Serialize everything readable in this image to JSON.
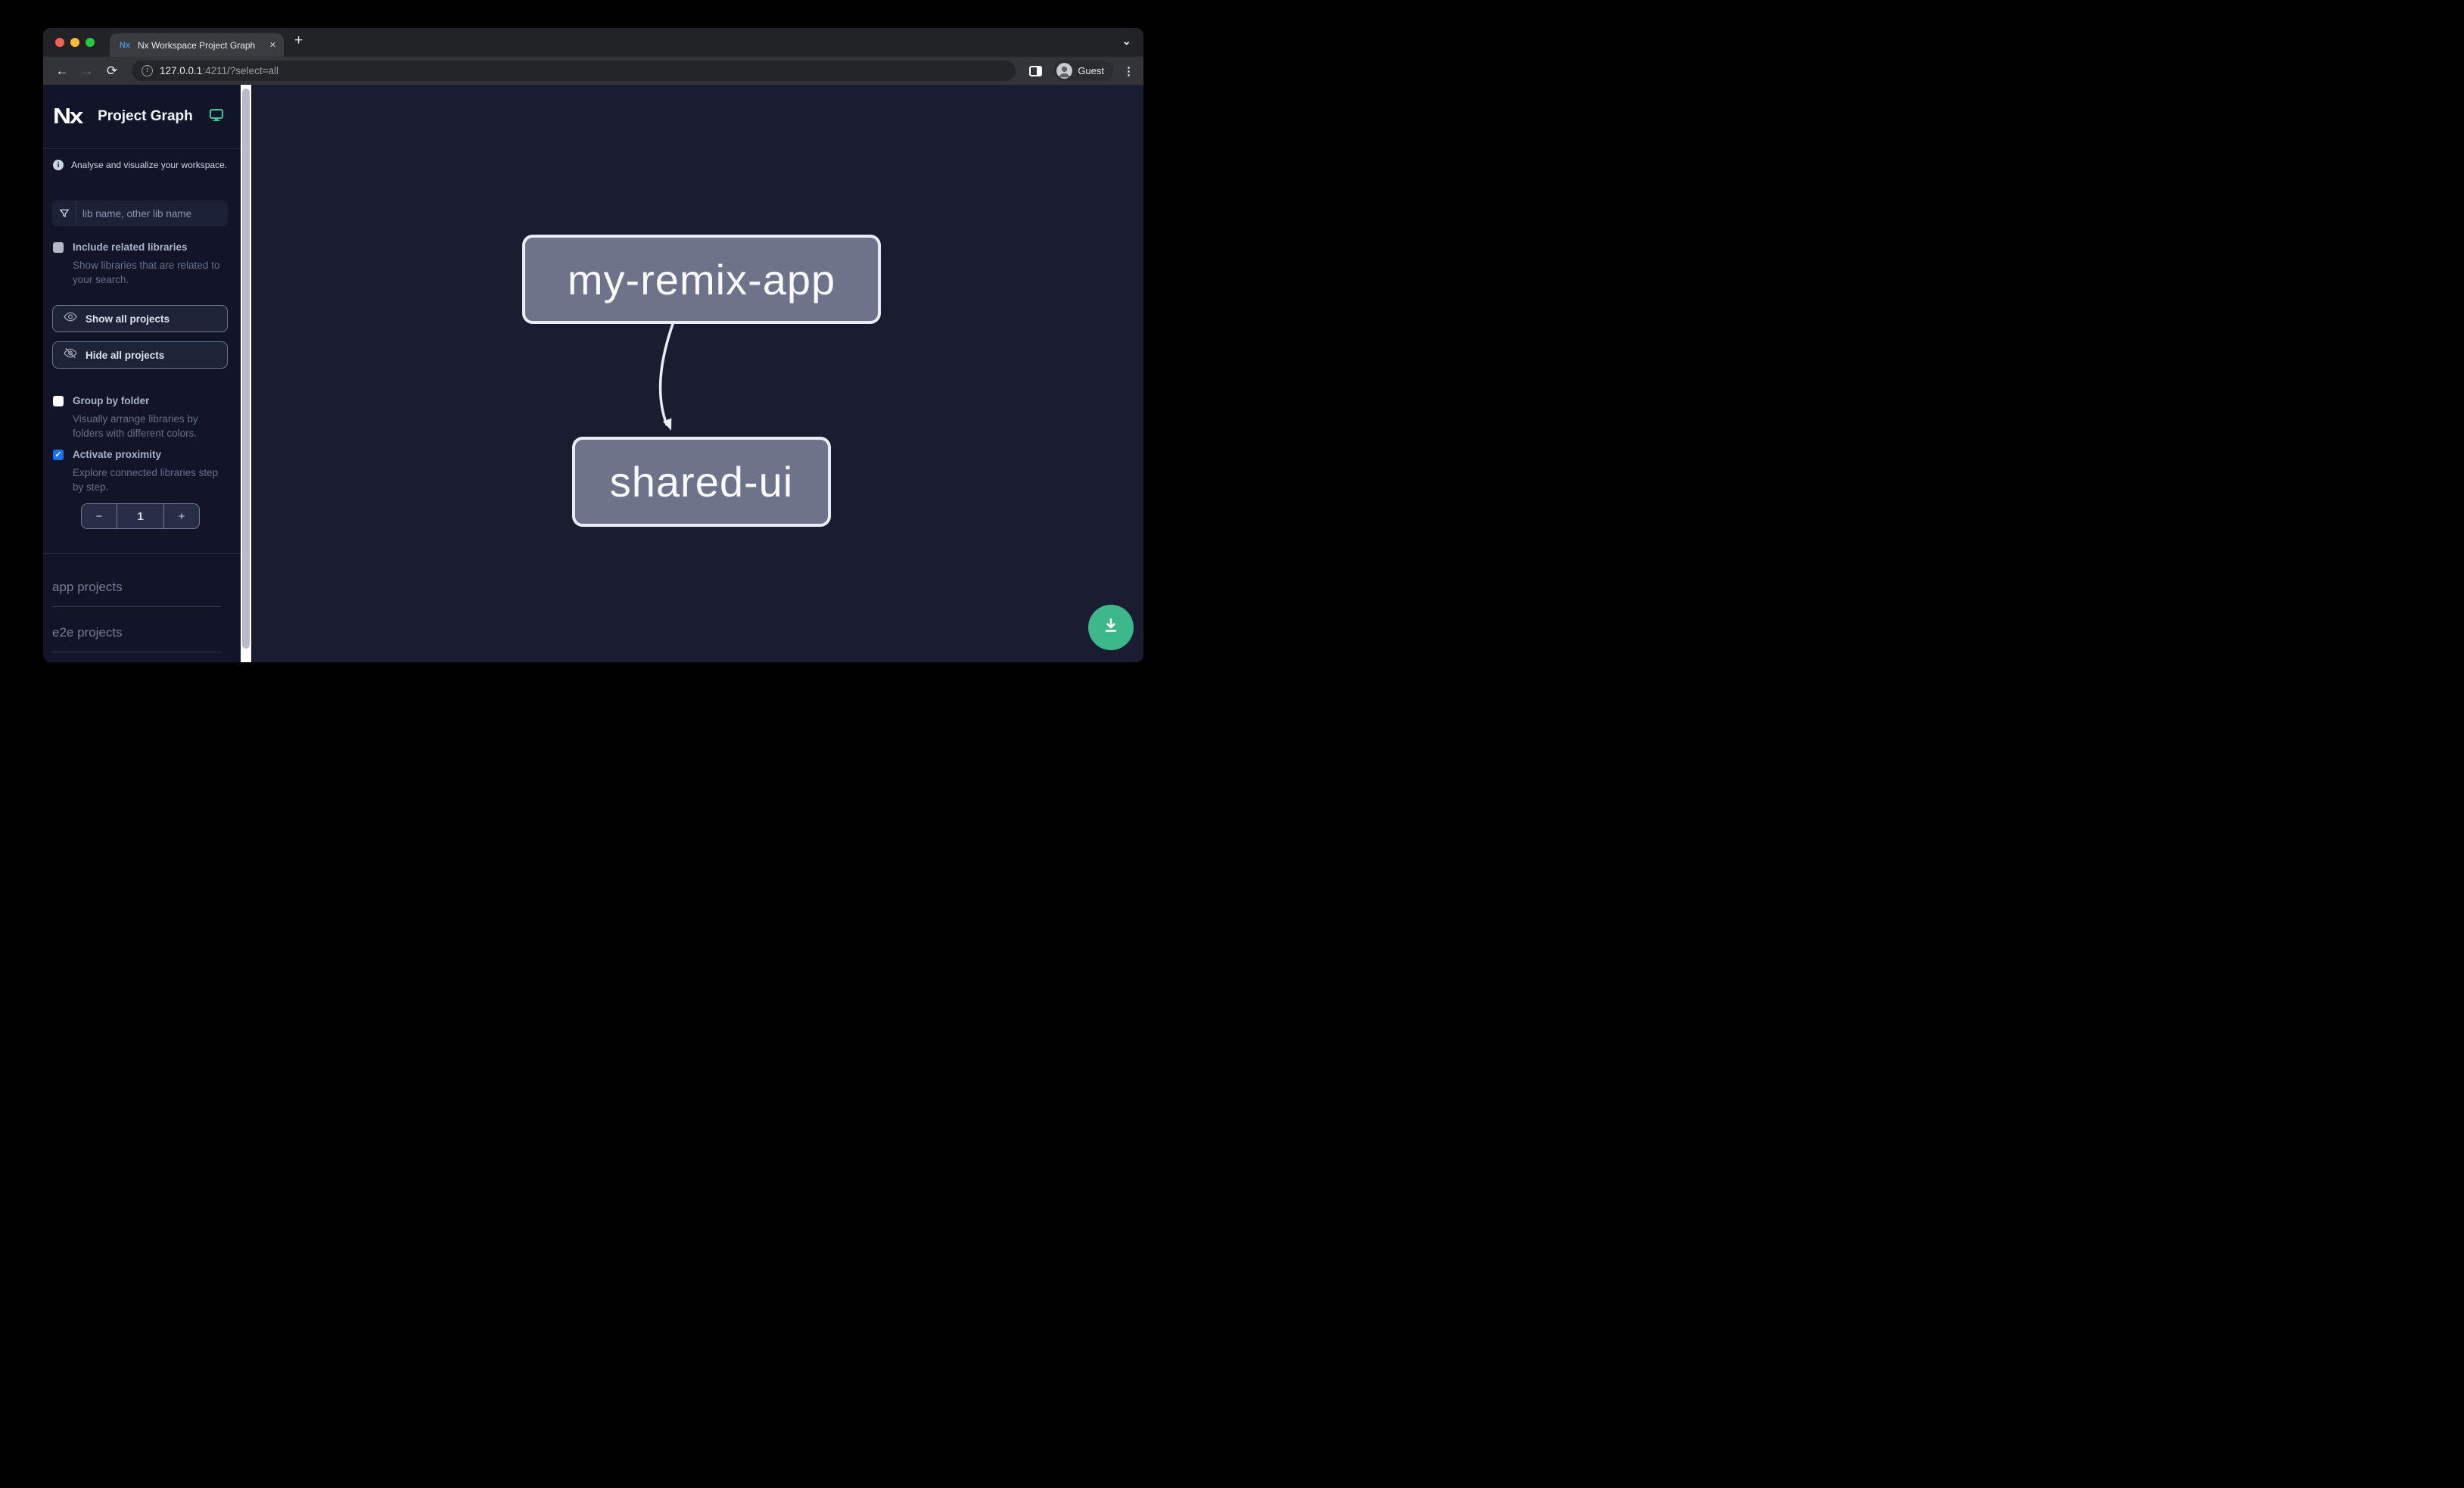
{
  "browser": {
    "tab_title": "Nx Workspace Project Graph",
    "url_host": "127.0.0.1",
    "url_rest": ":4211/?select=all",
    "profile_label": "Guest"
  },
  "icons": {
    "nx_logo": "Nx",
    "close": "✕",
    "new_tab": "+",
    "chevron_down": "⌄",
    "back": "←",
    "forward": "→",
    "reload": "⟳",
    "info": "i",
    "menu_dots": "⋮",
    "minus": "−",
    "plus": "+"
  },
  "sidebar": {
    "app_title": "Project Graph",
    "tagline": "Analyse and visualize your workspace.",
    "search_placeholder": "lib name, other lib name",
    "include_related": {
      "label": "Include related libraries",
      "description": "Show libraries that are related to your search.",
      "checked": false
    },
    "show_all_label": "Show all projects",
    "hide_all_label": "Hide all projects",
    "group_by_folder": {
      "label": "Group by folder",
      "description": "Visually arrange libraries by folders with different colors.",
      "checked": false
    },
    "activate_proximity": {
      "label": "Activate proximity",
      "description": "Explore connected libraries step by step.",
      "checked": true,
      "check_glyph": "✓"
    },
    "proximity_value": "1",
    "sections": [
      {
        "label": "app projects"
      },
      {
        "label": "e2e projects"
      }
    ]
  },
  "graph": {
    "nodes": [
      {
        "id": "my-remix-app"
      },
      {
        "id": "shared-ui"
      }
    ],
    "edges": [
      {
        "source": "my-remix-app",
        "target": "shared-ui"
      }
    ]
  },
  "colors": {
    "accent_green": "#3db88a",
    "checkbox_blue": "#1375f1",
    "node_fill": "#6e7389",
    "node_border": "#e9edf5",
    "sidebar_bg": "#121528",
    "canvas_bg": "#1a1d30"
  }
}
